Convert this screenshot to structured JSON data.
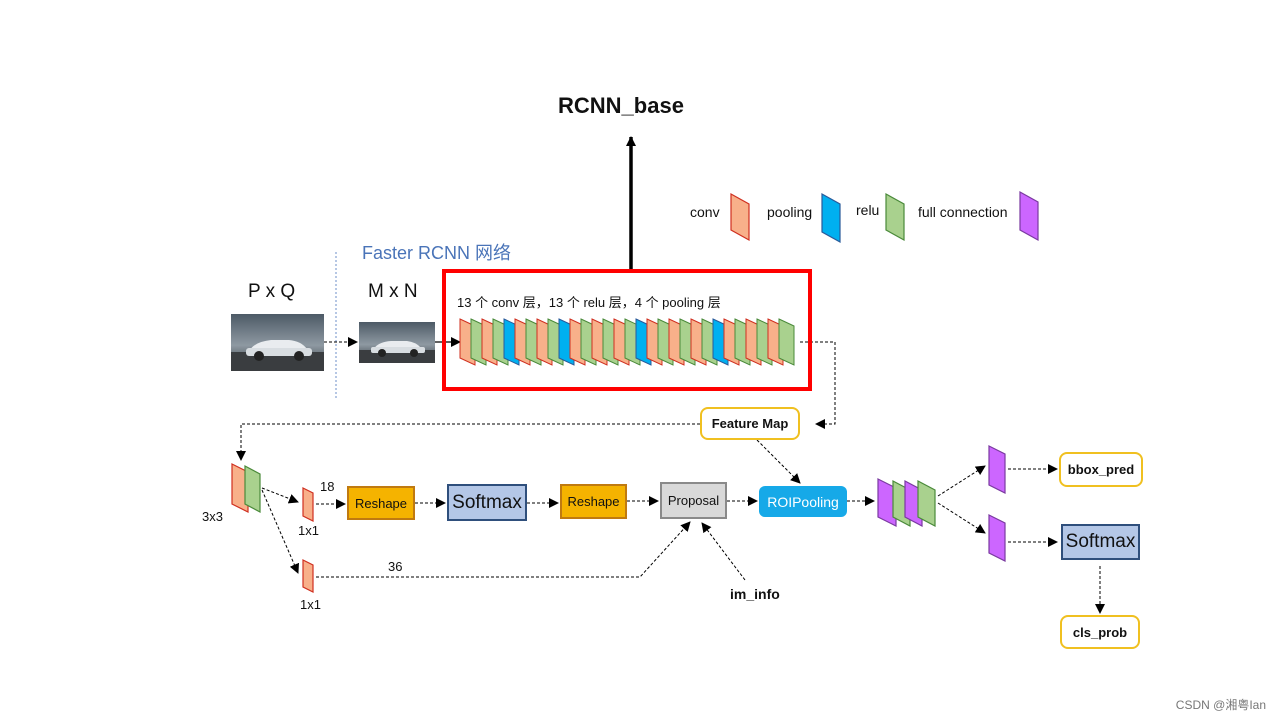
{
  "title": "RCNN_base",
  "section_label": "Faster RCNN 网络",
  "input_size": "P x Q",
  "resized_size": "M x N",
  "layer_description": "13 个 conv 层，13 个 relu 层，4 个 pooling 层",
  "legend": {
    "conv": "conv",
    "pooling": "pooling",
    "relu": "relu",
    "fc": "full connection"
  },
  "colors": {
    "conv": "#f8b08a",
    "pooling": "#00b0f0",
    "relu": "#a9d18e",
    "fc": "#cc66ff",
    "highlight": "#ff0000",
    "section": "#4a74b8"
  },
  "layer_sequence": [
    "conv",
    "relu",
    "conv",
    "relu",
    "pooling",
    "conv",
    "relu",
    "conv",
    "relu",
    "pooling",
    "conv",
    "relu",
    "conv",
    "relu",
    "conv",
    "relu",
    "pooling",
    "conv",
    "relu",
    "conv",
    "relu",
    "conv",
    "relu",
    "pooling",
    "conv",
    "relu",
    "conv",
    "relu",
    "conv",
    "relu"
  ],
  "nodes": {
    "feature_map": "Feature Map",
    "reshape_1": "Reshape",
    "softmax_1": "Softmax",
    "reshape_2": "Reshape",
    "proposal": "Proposal",
    "roi_pooling": "ROIPooling",
    "bbox_pred": "bbox_pred",
    "softmax_2": "Softmax",
    "cls_prob": "cls_prob",
    "im_info": "im_info"
  },
  "labels": {
    "conv3x3": "3x3",
    "conv1x1_a": "1x1",
    "conv1x1_b": "1x1",
    "channels_cls": "18",
    "channels_bbox": "36"
  },
  "watermark": "CSDN @湘粤Ian"
}
